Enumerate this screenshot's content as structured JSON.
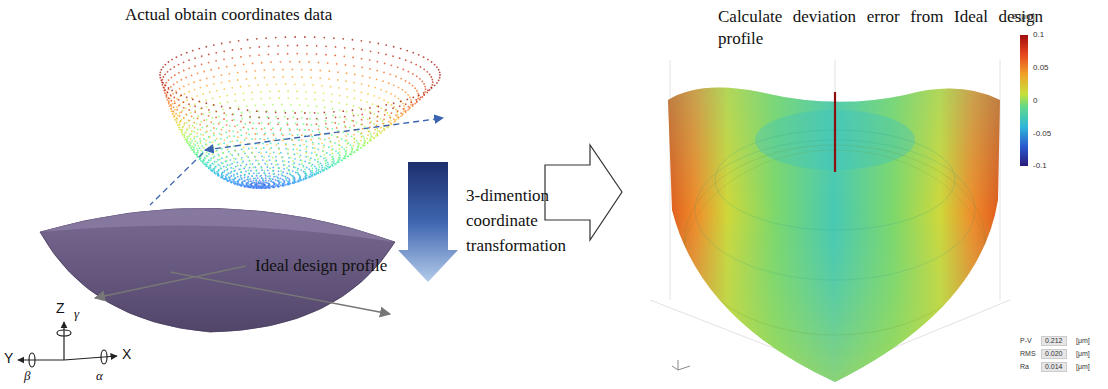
{
  "diagram": {
    "labels": [
      "Actual obtain coordinates data",
      "3-dimention coordinate transformation",
      "Ideal design profile",
      "Z",
      "γ",
      "Y",
      "X",
      "β",
      "α",
      "Calculate deviation error from Ideal design profile",
      "Z [μm]",
      "0.1",
      "0.05",
      "0",
      "-0.05",
      "-0.1",
      "P-V",
      "0.212",
      "[μm]",
      "RMS",
      "0.020",
      "[μm]",
      "Ra",
      "0.014",
      "[μm]"
    ]
  }
}
